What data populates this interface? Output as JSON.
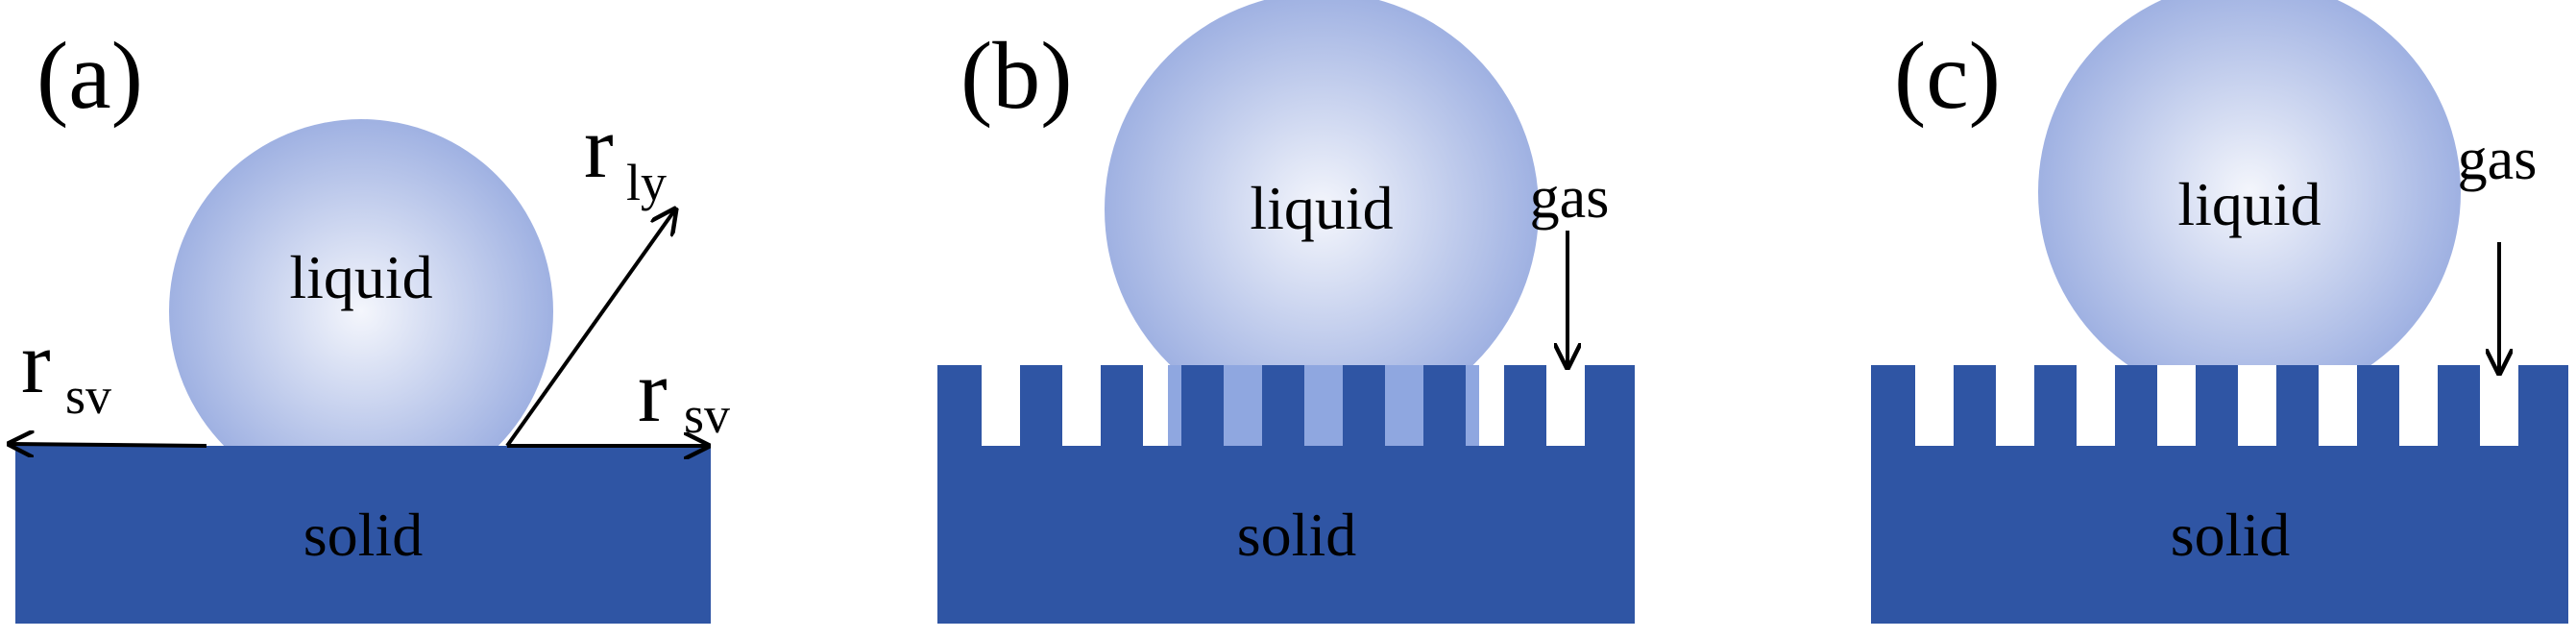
{
  "colors": {
    "solid": "#2f55a4",
    "liquid_center": "#f4f6fc",
    "liquid_edge": "#9fb1e2",
    "wetted_gap": "#8fa7e0",
    "arrow": "#000000"
  },
  "panels": [
    {
      "label": "(a)",
      "liquid_label": "liquid",
      "solid_label": "solid",
      "tension_ly": {
        "main": "r",
        "sub": "ly"
      },
      "tension_sv_left": {
        "main": "r",
        "sub": "sv"
      },
      "tension_sv_right": {
        "main": "r",
        "sub": "sv"
      }
    },
    {
      "label": "(b)",
      "liquid_label": "liquid",
      "solid_label": "solid",
      "gas_label": "gas"
    },
    {
      "label": "(c)",
      "liquid_label": "liquid",
      "solid_label": "solid",
      "gas_label": "gas"
    }
  ]
}
